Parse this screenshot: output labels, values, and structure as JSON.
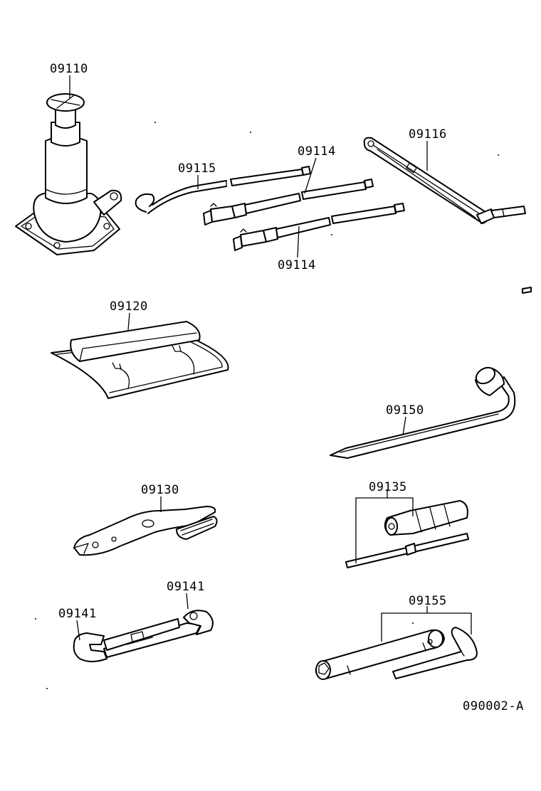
{
  "parts": {
    "jack": "09110",
    "jack_handle": "09115",
    "extension_bar_top": "09114",
    "extension_bar_bottom": "09114",
    "jack_handle_bar": "09116",
    "tool_bag": "09120",
    "wheel_nut_wrench": "09150",
    "pliers": "09130",
    "screwdriver": "09135",
    "wrench_right": "09141",
    "wrench_left": "09141",
    "plug_wrench": "09155"
  },
  "diagram_id": "090002-A"
}
